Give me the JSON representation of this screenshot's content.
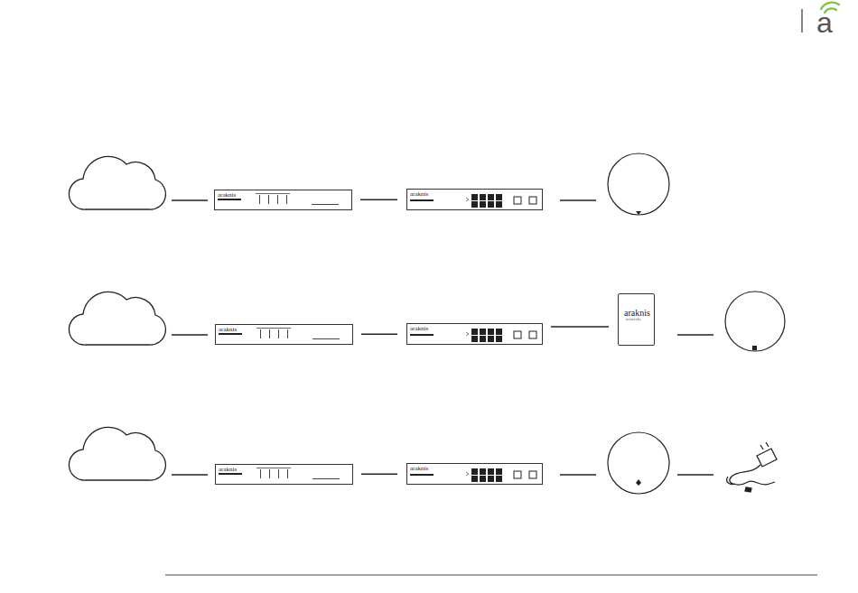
{
  "diagram": {
    "nodes": [
      {
        "text": [
          "araknis"
        ]
      },
      {
        "text": [
          "araknis"
        ]
      },
      {
        "text": [
          "araknis"
        ]
      },
      {
        "text": [
          "araknis"
        ]
      },
      {
        "text": [
          "araknis",
          "networks"
        ]
      },
      {
        "text": [
          "araknis"
        ]
      },
      {
        "text": [
          "araknis"
        ]
      }
    ],
    "edges": [
      {
        "from": 0,
        "to": 1,
        "arrow": "none"
      },
      {
        "from": 2,
        "to": 3,
        "arrow": "none"
      },
      {
        "from": 3,
        "to": 4,
        "arrow": "none"
      },
      {
        "from": 5,
        "to": 6,
        "arrow": "none"
      }
    ],
    "labels": [
      "a"
    ]
  }
}
